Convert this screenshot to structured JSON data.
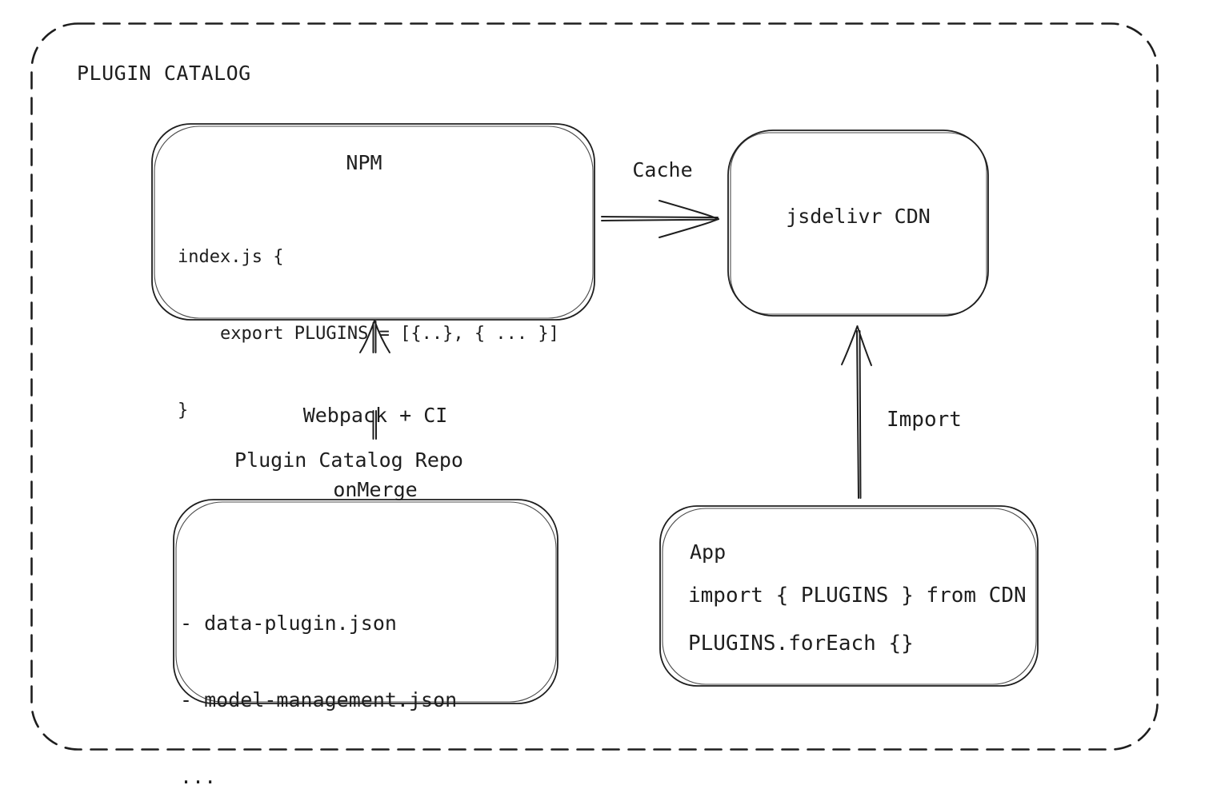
{
  "diagram": {
    "title": "PLUGIN CATALOG",
    "colors": {
      "stroke": "#1e1e1e",
      "background": "#ffffff"
    },
    "nodes": {
      "npm": {
        "title": "NPM",
        "code": [
          "index.js {",
          "    export PLUGINS = [{..}, { ... }]",
          "}"
        ]
      },
      "cdn": {
        "title": "jsdelivr CDN"
      },
      "repo": {
        "label": "Plugin Catalog Repo",
        "items": [
          "- data-plugin.json",
          "- model-management.json",
          "..."
        ]
      },
      "app": {
        "title": "App",
        "code": [
          "import { PLUGINS } from CDN",
          "PLUGINS.forEach {}"
        ]
      }
    },
    "edges": {
      "cache": {
        "label": "Cache"
      },
      "build": {
        "label_line1": "Webpack + CI",
        "label_line2": "onMerge"
      },
      "import": {
        "label": "Import"
      }
    }
  }
}
